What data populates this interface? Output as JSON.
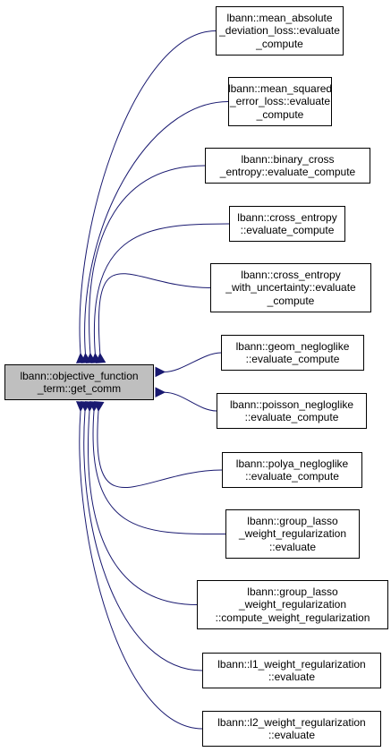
{
  "root": {
    "lines": [
      "lbann::objective_function",
      "_term::get_comm"
    ]
  },
  "callers": [
    {
      "lines": [
        "lbann::mean_absolute",
        "_deviation_loss::evaluate",
        "_compute"
      ]
    },
    {
      "lines": [
        "lbann::mean_squared",
        "_error_loss::evaluate",
        "_compute"
      ]
    },
    {
      "lines": [
        "lbann::binary_cross",
        "_entropy::evaluate_compute"
      ]
    },
    {
      "lines": [
        "lbann::cross_entropy",
        "::evaluate_compute"
      ]
    },
    {
      "lines": [
        "lbann::cross_entropy",
        "_with_uncertainty::evaluate",
        "_compute"
      ]
    },
    {
      "lines": [
        "lbann::geom_negloglike",
        "::evaluate_compute"
      ]
    },
    {
      "lines": [
        "lbann::poisson_negloglike",
        "::evaluate_compute"
      ]
    },
    {
      "lines": [
        "lbann::polya_negloglike",
        "::evaluate_compute"
      ]
    },
    {
      "lines": [
        "lbann::group_lasso",
        "_weight_regularization",
        "::evaluate"
      ]
    },
    {
      "lines": [
        "lbann::group_lasso",
        "_weight_regularization",
        "::compute_weight_regularization"
      ]
    },
    {
      "lines": [
        "lbann::l1_weight_regularization",
        "::evaluate"
      ]
    },
    {
      "lines": [
        "lbann::l2_weight_regularization",
        "::evaluate"
      ]
    }
  ],
  "colors": {
    "edge": "#191970",
    "root_fill": "#bfbfbf",
    "node_fill": "#ffffff",
    "border": "#000000"
  }
}
